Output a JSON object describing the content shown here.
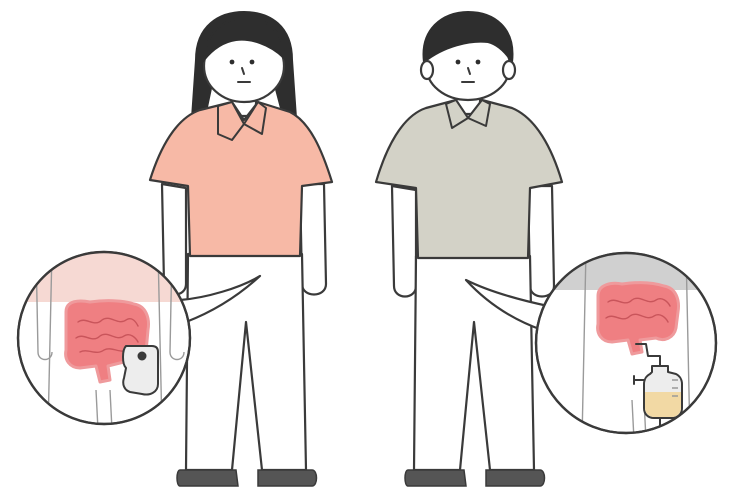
{
  "colors": {
    "outline": "#3a3a3a",
    "hair": "#2e2e2e",
    "skin": "#ffffff",
    "woman_shirt": "#f7b9a6",
    "man_shirt": "#d3d2c7",
    "pants": "#ffffff",
    "shoes": "#555555",
    "intestine": "#ef7f82",
    "intestine_dark": "#c9555b",
    "woman_inset_bg": "#f6d9d3",
    "man_inset_bg": "#d0d0d0",
    "pouch": "#ededed",
    "urine": "#f2d9a4"
  },
  "figures": [
    {
      "id": "woman",
      "inset_device": "ostomy-pouch"
    },
    {
      "id": "man",
      "inset_device": "urostomy-drainage-bag"
    }
  ]
}
